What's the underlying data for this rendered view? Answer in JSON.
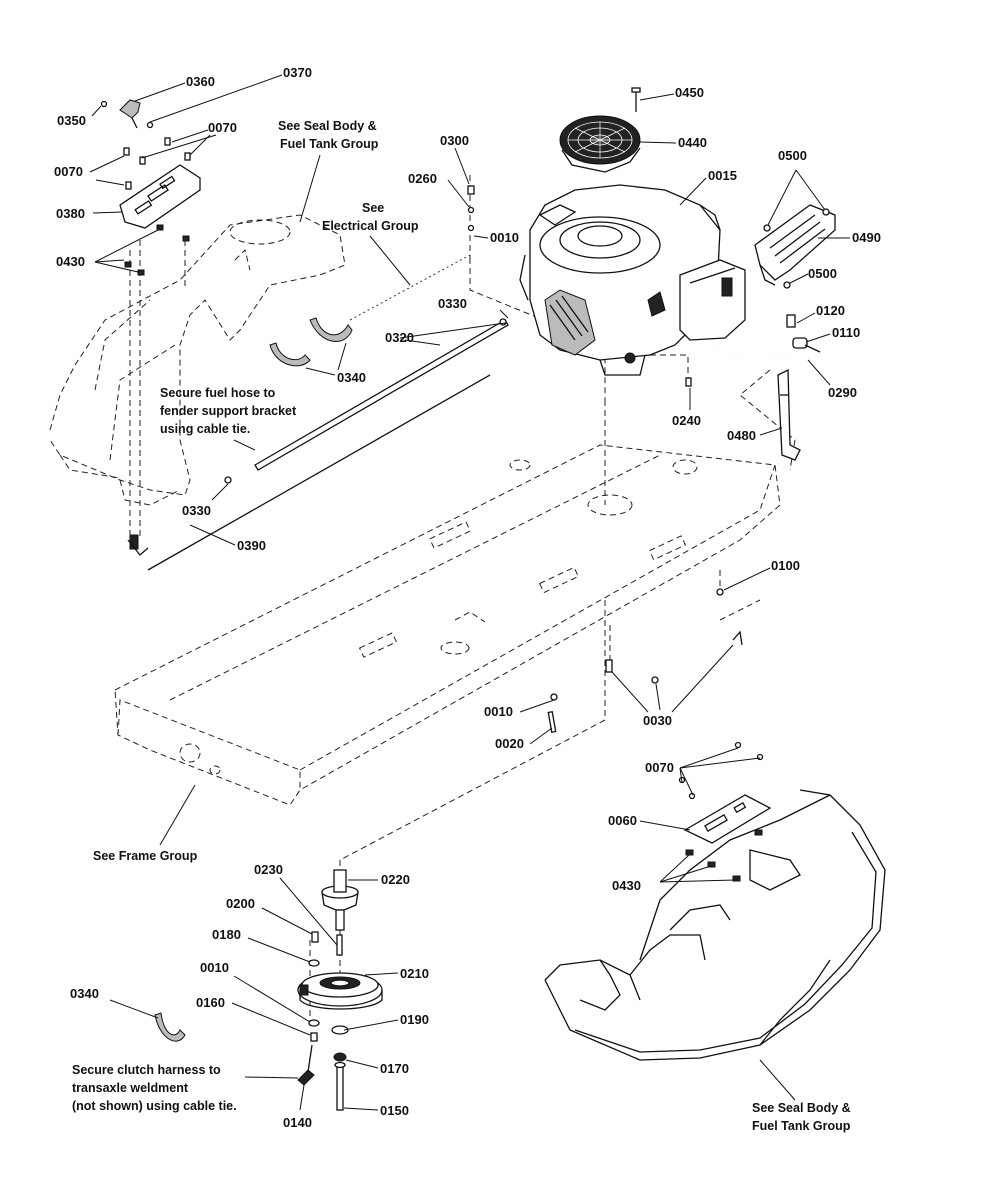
{
  "parts": {
    "p0360": "0360",
    "p0370": "0370",
    "p0350": "0350",
    "p0070a": "0070",
    "p0070b": "0070",
    "p0380": "0380",
    "p0430a": "0430",
    "p0300": "0300",
    "p0260": "0260",
    "p0010a": "0010",
    "p0450": "0450",
    "p0440": "0440",
    "p0015": "0015",
    "p0500a": "0500",
    "p0490": "0490",
    "p0500b": "0500",
    "p0330a": "0330",
    "p0320": "0320",
    "p0340a": "0340",
    "p0120": "0120",
    "p0110": "0110",
    "p0290": "0290",
    "p0240": "0240",
    "p0480": "0480",
    "p0330b": "0330",
    "p0390": "0390",
    "p0100": "0100",
    "p0010b": "0010",
    "p0020": "0020",
    "p0030": "0030",
    "p0070c": "0070",
    "p0060": "0060",
    "p0430b": "0430",
    "p0230": "0230",
    "p0220": "0220",
    "p0200": "0200",
    "p0180": "0180",
    "p0010c": "0010",
    "p0210": "0210",
    "p0340b": "0340",
    "p0160": "0160",
    "p0190": "0190",
    "p0170": "0170",
    "p0140": "0140",
    "p0150": "0150"
  },
  "notes": {
    "seal_body_top_1": "See Seal Body &",
    "seal_body_top_2": "Fuel Tank Group",
    "electrical_1": "See",
    "electrical_2": "Electrical Group",
    "fuel_hose_1": "Secure fuel hose to",
    "fuel_hose_2": "fender support bracket",
    "fuel_hose_3": "using cable tie.",
    "frame_group": "See Frame Group",
    "clutch_1": "Secure clutch harness to",
    "clutch_2": "transaxle weldment",
    "clutch_3": "(not shown) using cable tie.",
    "seal_body_bottom_1": "See Seal Body &",
    "seal_body_bottom_2": "Fuel Tank Group"
  }
}
